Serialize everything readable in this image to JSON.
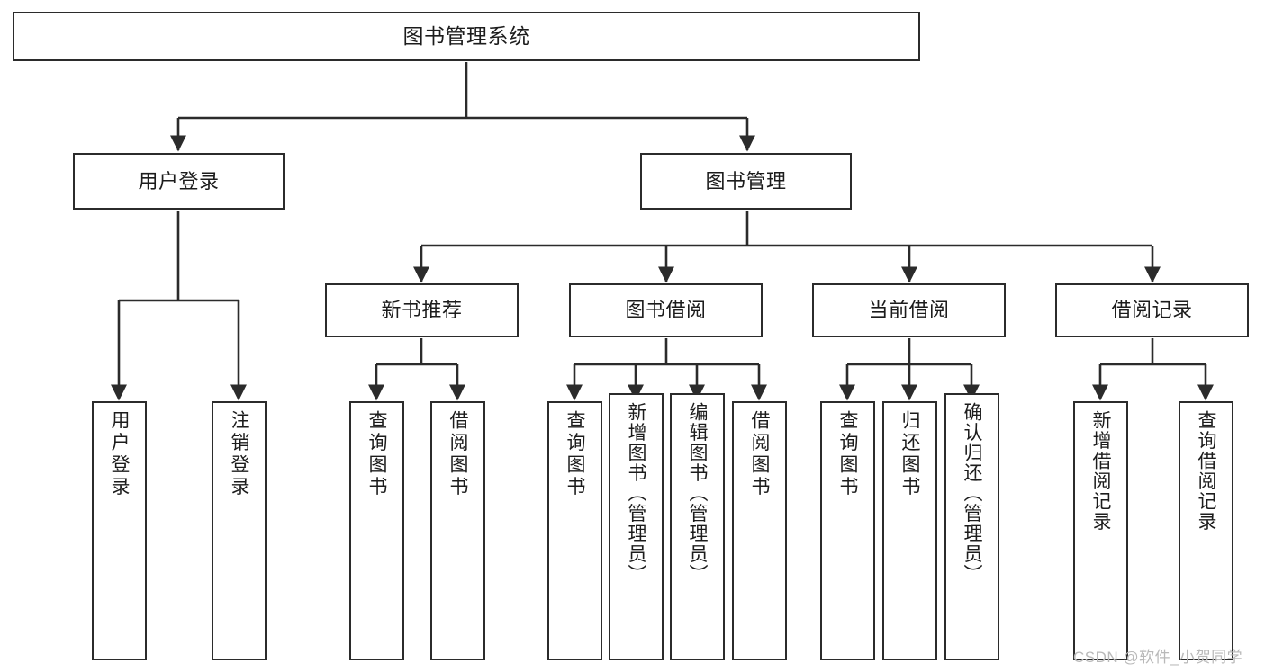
{
  "diagram": {
    "title": "图书管理系统",
    "type": "tree-hierarchy-chart",
    "colors": {
      "stroke": "#2b2b2b",
      "fill": "#ffffff",
      "text": "#1c1c1c",
      "watermark": "#b9b9b9"
    },
    "nodes": {
      "root": {
        "label": "图书管理系统"
      },
      "level2": [
        {
          "label": "用户登录"
        },
        {
          "label": "图书管理"
        }
      ],
      "level3": [
        {
          "label": "新书推荐"
        },
        {
          "label": "图书借阅"
        },
        {
          "label": "当前借阅"
        },
        {
          "label": "借阅记录"
        }
      ],
      "leaves": {
        "user_login": [
          {
            "label": "用户登录"
          },
          {
            "label": "注销登录"
          }
        ],
        "new_book_recommend": [
          {
            "label": "查询图书"
          },
          {
            "label": "借阅图书"
          }
        ],
        "book_borrow": [
          {
            "label": "查询图书"
          },
          {
            "label": "新增图书（管理员）"
          },
          {
            "label": "编辑图书（管理员）"
          },
          {
            "label": "借阅图书"
          }
        ],
        "current_borrow": [
          {
            "label": "查询图书"
          },
          {
            "label": "归还图书"
          },
          {
            "label": "确认归还（管理员）"
          }
        ],
        "borrow_record": [
          {
            "label": "新增借阅记录"
          },
          {
            "label": "查询借阅记录"
          }
        ]
      }
    },
    "watermark": "CSDN @软件_小贺同学"
  }
}
